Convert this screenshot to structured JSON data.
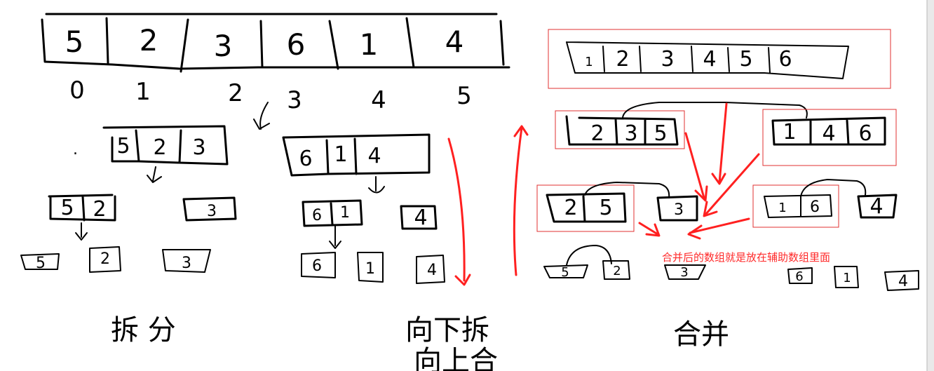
{
  "original_array": {
    "values": [
      "5",
      "2",
      "3",
      "6",
      "1",
      "4"
    ],
    "indices": [
      "0",
      "1",
      "2",
      "3",
      "4",
      "5"
    ]
  },
  "split": {
    "level1_left": [
      "5",
      "2",
      "3"
    ],
    "level1_right": [
      "6",
      "1",
      "4"
    ],
    "level2": [
      [
        "5",
        "2"
      ],
      [
        "3"
      ],
      [
        "6",
        "1"
      ],
      [
        "4"
      ]
    ],
    "level3": [
      "5",
      "2",
      "3",
      "6",
      "1",
      "4"
    ],
    "label": "拆 分"
  },
  "direction_labels": {
    "down": "向下拆",
    "up": "向上合"
  },
  "merge": {
    "result": [
      "1",
      "2",
      "3",
      "4",
      "5",
      "6"
    ],
    "level1_left": [
      "2",
      "3",
      "5"
    ],
    "level1_right": [
      "1",
      "4",
      "6"
    ],
    "level2": [
      [
        "2",
        "5"
      ],
      [
        "3"
      ],
      [
        "1",
        "6"
      ],
      [
        "4"
      ]
    ],
    "level3": [
      "5",
      "2",
      "3",
      "6",
      "1",
      "4"
    ],
    "note": "合并后的数组就是放在辅助数组里面",
    "label": "合并"
  }
}
